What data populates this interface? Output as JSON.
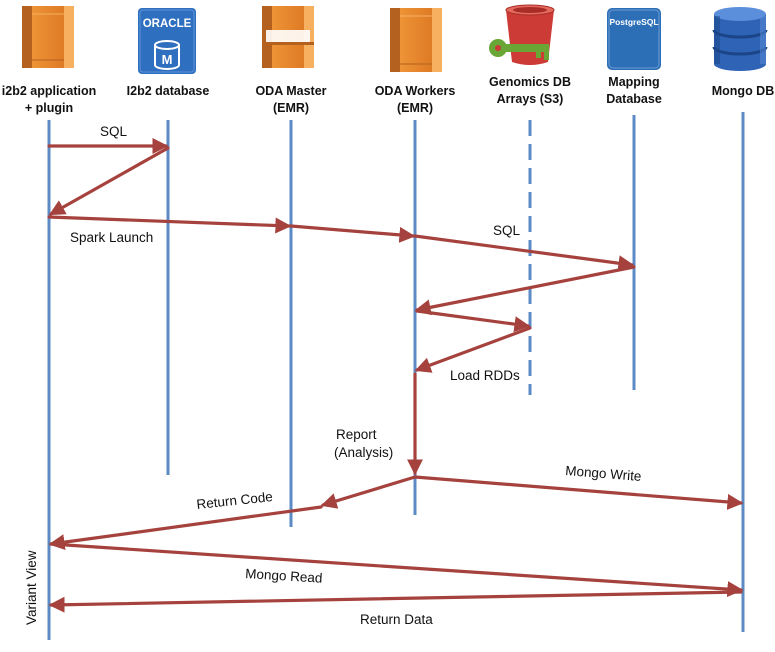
{
  "colors": {
    "lifeline": "#5b8ac4",
    "arrow": "#a6423d",
    "aws_orange": "#e8862e",
    "aws_orange_dark": "#b4601e",
    "oracle_blue": "#2f6fc0",
    "s3_red": "#cc3b35",
    "key_green": "#6aa636",
    "postgres_blue": "#2d6fb7",
    "mongo_blue": "#2e63b5"
  },
  "actors": [
    {
      "id": "i2b2-app",
      "icon": "aws-ec2-icon",
      "label_lines": [
        "i2b2 application",
        "+ plugin"
      ]
    },
    {
      "id": "i2b2-db",
      "icon": "oracle-database-icon",
      "icon_text": "ORACLE",
      "icon_sub": "M",
      "label_lines": [
        "I2b2 database"
      ]
    },
    {
      "id": "oda-master",
      "icon": "aws-emr-icon",
      "label_lines": [
        "ODA Master",
        "(EMR)"
      ]
    },
    {
      "id": "oda-workers",
      "icon": "aws-ec2-icon",
      "label_lines": [
        "ODA Workers",
        "(EMR)"
      ]
    },
    {
      "id": "genomics-db",
      "icon": "s3-bucket-key-icon",
      "label_lines": [
        "Genomics DB",
        "Arrays (S3)"
      ]
    },
    {
      "id": "mapping-db",
      "icon": "postgresql-icon",
      "icon_text": "PostgreSQL",
      "label_lines": [
        "Mapping",
        "Database"
      ]
    },
    {
      "id": "mongo-db",
      "icon": "aws-dynamodb-icon",
      "label_lines": [
        "Mongo DB"
      ]
    }
  ],
  "labels": {
    "sql_1": "SQL",
    "spark_launch": "Spark Launch",
    "sql_2": "SQL",
    "load_rdds": "Load RDDs",
    "report_line1": "Report",
    "report_line2": "(Analysis)",
    "return_code": "Return Code",
    "mongo_write": "Mongo Write",
    "variant_view": "Variant View",
    "mongo_read": "Mongo Read",
    "return_data": "Return Data"
  }
}
